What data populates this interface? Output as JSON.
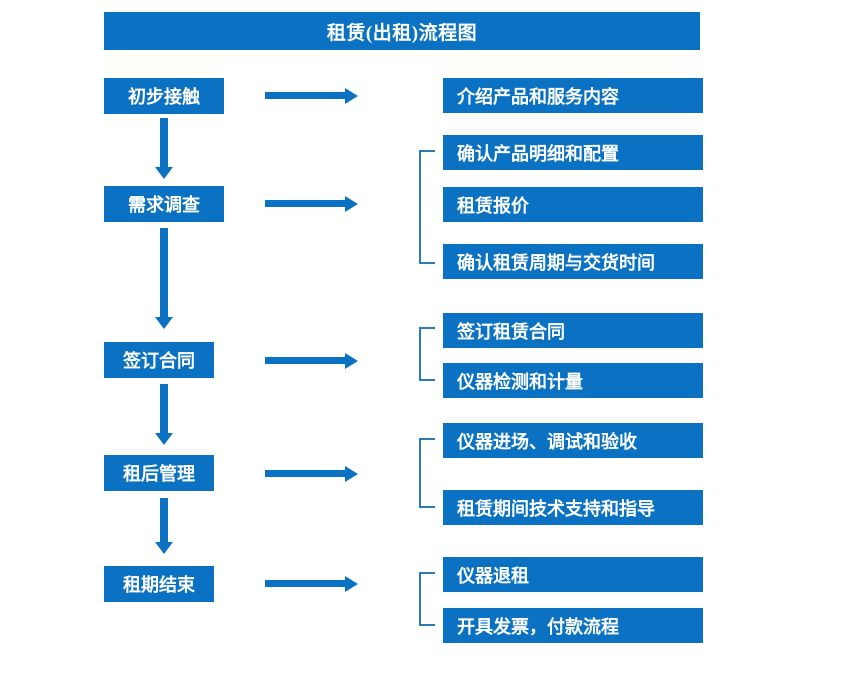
{
  "title": {
    "text": "租赁(出租)流程图"
  },
  "colors": {
    "box_blue": "#0b72c3",
    "arrow_blue": "#0b72c3",
    "bracket_blue": "#2b7bb9",
    "box_text": "#ffffff",
    "background": "#ffffff"
  },
  "stages": [
    {
      "id": "stage-1",
      "label": "初步接触",
      "details": [
        "介绍产品和服务内容"
      ]
    },
    {
      "id": "stage-2",
      "label": "需求调查",
      "details": [
        "确认产品明细和配置",
        "租赁报价",
        "确认租赁周期与交货时间"
      ]
    },
    {
      "id": "stage-3",
      "label": "签订合同",
      "details": [
        "签订租赁合同",
        "仪器检测和计量"
      ]
    },
    {
      "id": "stage-4",
      "label": "租后管理",
      "details": [
        "仪器进场、调试和验收",
        "租赁期间技术支持和指导"
      ]
    },
    {
      "id": "stage-5",
      "label": "租期结束",
      "details": [
        "仪器退租",
        "开具发票，付款流程"
      ]
    }
  ],
  "connectors": {
    "down_arrow_icon": "arrow-down-icon",
    "right_arrow_icon": "arrow-right-icon",
    "bracket_icon": "group-bracket-icon",
    "down_arrow_count": 4,
    "right_arrow_count": 5,
    "bracket_count": 4
  }
}
